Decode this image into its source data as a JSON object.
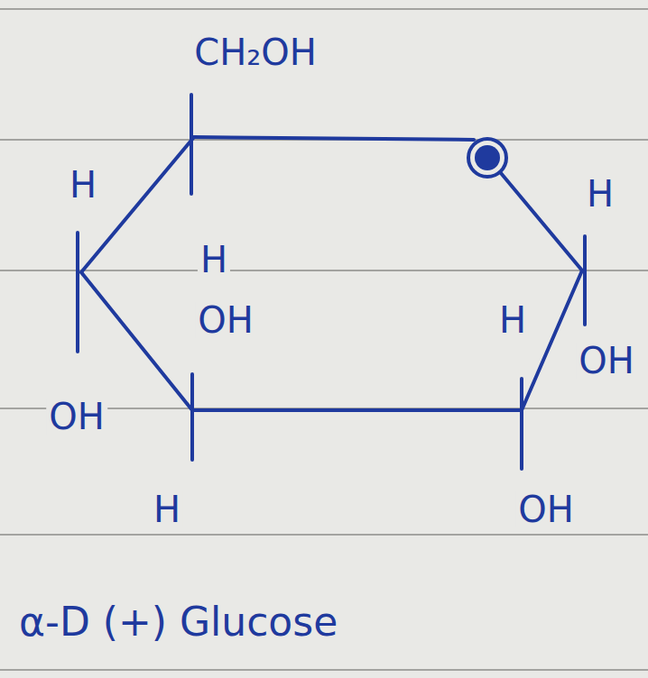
{
  "diagram": {
    "caption": "α-D (+) Glucose",
    "labels": [
      "CH₂OH",
      "H",
      "H",
      "H",
      "OH",
      "H",
      "OH",
      "OH",
      "H",
      "OH"
    ]
  }
}
